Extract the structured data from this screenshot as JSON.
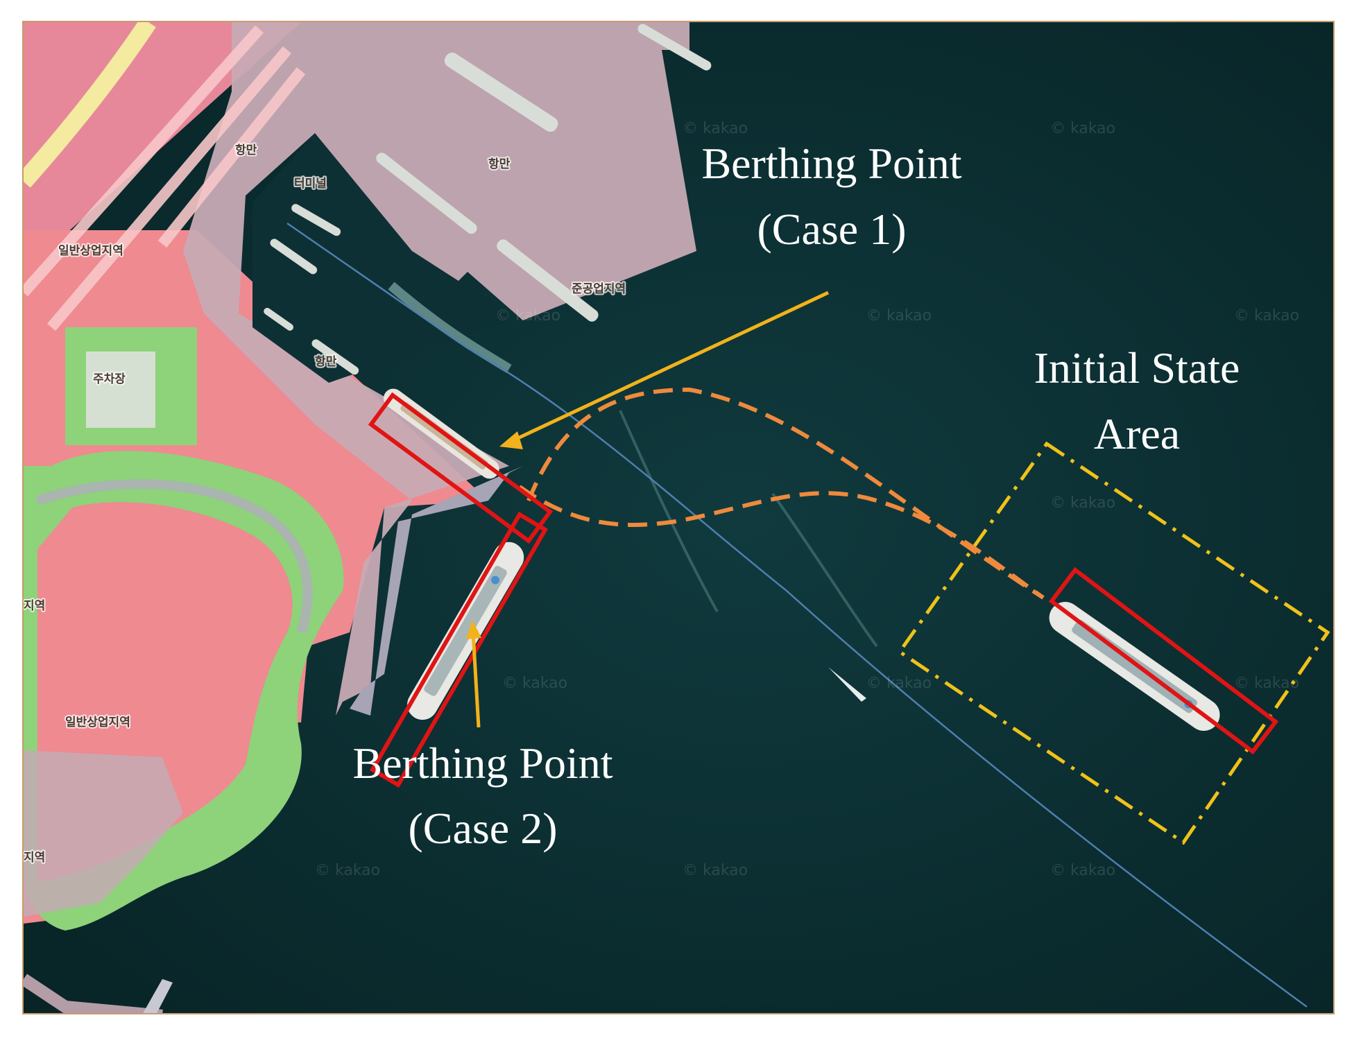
{
  "annotations": {
    "case1_line1": "Berthing Point",
    "case1_line2": "(Case 1)",
    "case2_line1": "Berthing Point",
    "case2_line2": "(Case 2)",
    "initial_line1": "Initial State",
    "initial_line2": "Area"
  },
  "map_labels": {
    "port_1": "항만",
    "port_2": "항만",
    "port_3": "항만",
    "terminal": "터미널",
    "commercial_1": "일반상업지역",
    "commercial_2": "일반상업지역",
    "semi_industrial": "준공업지역",
    "parking": "주차장",
    "zone_edge_1": "지역",
    "zone_edge_2": "지역"
  },
  "watermark_text": "© kakao",
  "colors": {
    "sea": "#0c2f33",
    "commercial_zone": "#ee8a8f",
    "port_zone": "#c9a8b2",
    "green_zone": "#8fd27a",
    "berth_box": "#e01414",
    "arrow": "#f2b21c",
    "trajectory": "#ef8a3c",
    "initial_area": "#f0c21a"
  }
}
